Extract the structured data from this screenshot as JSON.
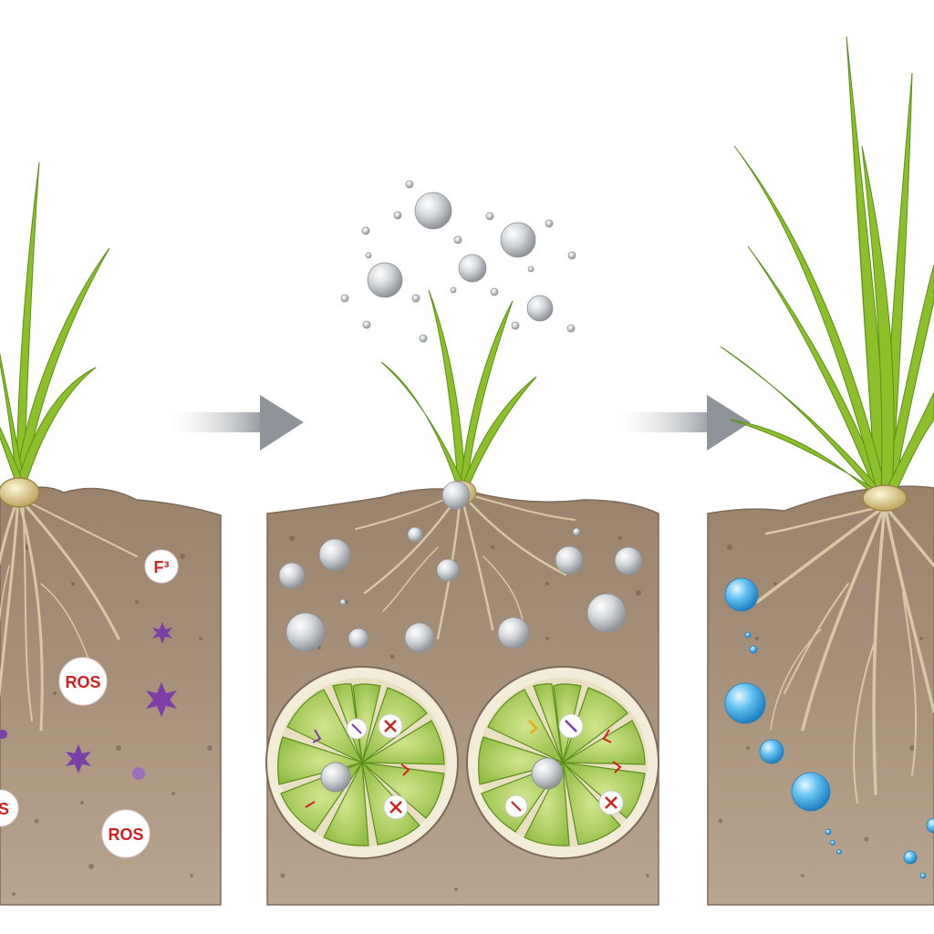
{
  "labels": {
    "stress_ion": "F³",
    "ros_1": "ROS",
    "ros_2": "ROS",
    "ros_3": "S"
  },
  "colors": {
    "soil": "#a68e78",
    "soil_dark": "#6e5a48",
    "leaf": "#8cbf2a",
    "leaf_dark": "#5a8f1a",
    "root": "#d8c8a6",
    "ros_marker": "#d21f1f",
    "stressor": "#7a3fa8",
    "nanoparticle": "#c8ccd0",
    "water": "#3ea8e6",
    "arrow": "#9aa0a6",
    "cell": "#a8cc5a"
  },
  "icons": {
    "panel_1": "stressed-plant",
    "panel_2": "nanoparticle-treated-plant",
    "panel_3": "healthy-plant",
    "arrow": "right-arrow-icon"
  }
}
